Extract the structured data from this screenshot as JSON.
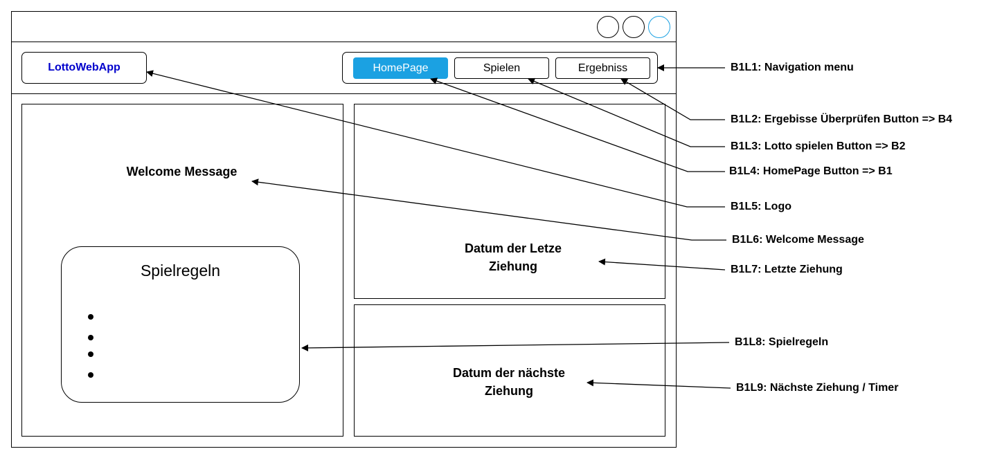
{
  "colors": {
    "logo_text": "#0000CC",
    "active_button_bg": "#1BA1E2",
    "active_button_text": "#FFFFFF",
    "window_button_accent": "#1BA1E2"
  },
  "header": {
    "logo": "LottoWebApp",
    "nav": {
      "homepage": "HomePage",
      "spielen": "Spielen",
      "ergebnis": "Ergebniss"
    }
  },
  "main": {
    "welcome": "Welcome Message",
    "rules_title": "Spielregeln",
    "rules_items": [
      "",
      "",
      "",
      ""
    ],
    "last_draw": "Datum der Letze Ziehung",
    "next_draw": "Datum der nächste Ziehung"
  },
  "annotations": [
    "B1L1: Navigation menu",
    "B1L2: Ergebisse Überprüfen Button => B4",
    "B1L3: Lotto spielen Button => B2",
    "B1L4: HomePage Button => B1",
    "B1L5: Logo",
    "B1L6: Welcome Message",
    "B1L7: Letzte Ziehung",
    "B1L8: Spielregeln",
    "B1L9: Nächste Ziehung / Timer"
  ]
}
